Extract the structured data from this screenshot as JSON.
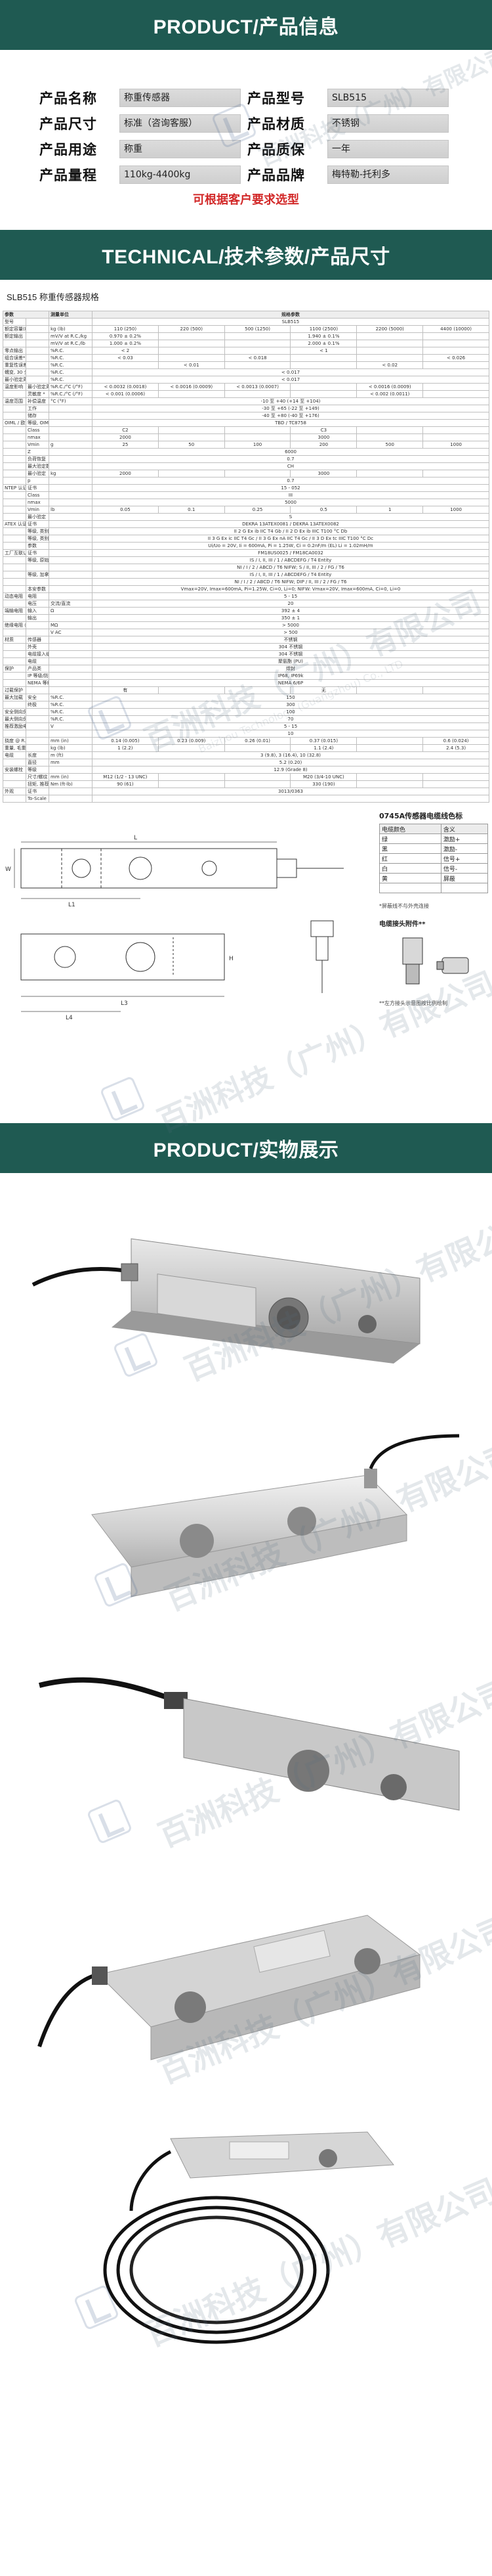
{
  "product_section": {
    "title": "PRODUCT/产品信息",
    "rows": [
      {
        "l1": "产品名称",
        "v1": "称重传感器",
        "l2": "产品型号",
        "v2": "SLB515"
      },
      {
        "l1": "产品尺寸",
        "v1": "标准（咨询客服）",
        "l2": "产品材质",
        "v2": "不锈钢"
      },
      {
        "l1": "产品用途",
        "v1": "称重",
        "l2": "产品质保",
        "v2": "一年"
      },
      {
        "l1": "产品量程",
        "v1": "110kg-4400kg",
        "l2": "产品品牌",
        "v2": "梅特勒-托利多"
      }
    ],
    "note": "可根据客户要求选型"
  },
  "technical_section": {
    "title": "TECHNICAL/技术参数/产品尺寸",
    "spec_title": "SLB515 称重传感器规格",
    "table_header": [
      "参数",
      "测量单位",
      "规格参数"
    ],
    "rows": [
      {
        "g": "型号",
        "i": "",
        "u": "",
        "v": [
          "SLB515"
        ]
      },
      {
        "g": "额定容量(R.C.)",
        "i": "",
        "u": "kg (lb)",
        "v": [
          "110 (250)",
          "220 (500)",
          "500 (1250)",
          "1100 (2500)",
          "2200 (5000)",
          "4400 (10000)"
        ]
      },
      {
        "g": "额定输出",
        "i": "",
        "u": "mV/V at R.C./kg",
        "v": [
          "0.970 ± 0.2%",
          "",
          "",
          "1.940 ± 0.1%",
          "",
          ""
        ]
      },
      {
        "g": "",
        "i": "",
        "u": "mV/V at R.C./lb",
        "v": [
          "1.000 ± 0.2%",
          "",
          "",
          "2.000 ± 0.1%",
          "",
          ""
        ]
      },
      {
        "g": "零点输出",
        "i": "",
        "u": "%R.C.",
        "v": [
          "< 2",
          "",
          "",
          "< 1",
          "",
          ""
        ]
      },
      {
        "g": "组合误差*",
        "i": "",
        "u": "%R.C.",
        "v": [
          "< 0.03",
          "",
          "< 0.018",
          "",
          "",
          "< 0.026"
        ]
      },
      {
        "g": "重复性误差",
        "i": "",
        "u": "%R.C.",
        "v": [
          "",
          "< 0.01",
          "",
          "",
          "< 0.02",
          ""
        ]
      },
      {
        "g": "蠕变, 30 分钟",
        "i": "",
        "u": "%R.C.",
        "v": [
          "< 0.017"
        ]
      },
      {
        "g": "最小验定周期的时间",
        "i": "",
        "u": "%R.C.",
        "v": [
          "< 0.017"
        ]
      },
      {
        "g": "温度影响",
        "i": "最小验定周期内",
        "u": "%R.C./°C (/°F)",
        "v": [
          "< 0.0032 (0.0018)",
          "< 0.0016 (0.0009)",
          "< 0.0013 (0.0007)",
          "",
          "< 0.0016 (0.0009)",
          ""
        ]
      },
      {
        "g": "",
        "i": "灵敏度 *",
        "u": "%R.C./°C (/°F)",
        "v": [
          "< 0.001 (0.0006)",
          "",
          "",
          "",
          "< 0.002 (0.0011)",
          ""
        ]
      },
      {
        "g": "温度范围",
        "i": "补偿温度",
        "u": "°C (°F)",
        "v": [
          "-10 至 +40 (+14 至 +104)"
        ]
      },
      {
        "g": "",
        "i": "工作",
        "u": "",
        "v": [
          "-30 至 +65 (-22 至 +149)"
        ]
      },
      {
        "g": "",
        "i": "储存",
        "u": "",
        "v": [
          "-40 至 +80 (-40 至 +176)"
        ]
      },
      {
        "g": "OIML / 欧洲认证*",
        "i": "等级, OIML 认证 / 证书",
        "u": "",
        "v": [
          "TBD / TC8758"
        ]
      },
      {
        "g": "",
        "i": "Class",
        "u": "",
        "v": [
          "C2",
          "",
          "",
          "C3",
          "",
          ""
        ]
      },
      {
        "g": "",
        "i": "nmax",
        "u": "",
        "v": [
          "2000",
          "",
          "",
          "3000",
          "",
          ""
        ]
      },
      {
        "g": "",
        "i": "Vmin",
        "u": "g",
        "v": [
          "25",
          "50",
          "100",
          "200",
          "500",
          "1000"
        ]
      },
      {
        "g": "",
        "i": "Z",
        "u": "",
        "v": [
          "6000"
        ]
      },
      {
        "g": "",
        "i": "负荷恢复",
        "u": "",
        "v": [
          "0.7"
        ]
      },
      {
        "g": "",
        "i": "最大验定数量",
        "u": "",
        "v": [
          "CH"
        ]
      },
      {
        "g": "",
        "i": "最小验定",
        "u": "kg",
        "v": [
          "2000",
          "",
          "",
          "3000",
          "",
          ""
        ]
      },
      {
        "g": "",
        "i": "p",
        "u": "",
        "v": [
          "0.7"
        ]
      },
      {
        "g": "NTEP 认证*",
        "i": "证书",
        "u": "",
        "v": [
          "15 - 052"
        ]
      },
      {
        "g": "",
        "i": "Class",
        "u": "",
        "v": [
          "III"
        ]
      },
      {
        "g": "",
        "i": "nmax",
        "u": "",
        "v": [
          "5000"
        ]
      },
      {
        "g": "",
        "i": "Vmin",
        "u": "lb",
        "v": [
          "0.05",
          "0.1",
          "0.25",
          "0.5",
          "1",
          "1000"
        ]
      },
      {
        "g": "",
        "i": "最小验定",
        "u": "",
        "v": [
          "S"
        ]
      },
      {
        "g": "ATEX 认证*",
        "i": "证书",
        "u": "",
        "v": [
          "DEKRA 13ATEX0081 / DEKRA 13ATEX0082"
        ]
      },
      {
        "g": "",
        "i": "等级, 类别 1 (II 1 G)",
        "u": "",
        "v": [
          "II 2 G Ex ib IIC T4 Gb / II 2 D Ex ib IIIC T100 °C Db"
        ]
      },
      {
        "g": "",
        "i": "等级, 类别 2",
        "u": "",
        "v": [
          "II 3 G Ex ic IIC T4 Gc / II 3 G Ex nA IIC T4 Gc / II 3 D Ex tc IIIC T100 °C Dc"
        ]
      },
      {
        "g": "",
        "i": "参数",
        "u": "",
        "v": [
          "Ui/Uo = 20V, Ii = 600mA, Pi = 1.25W, Ci = 0.2nF/m (EL) Li = 1.02mH/m"
        ]
      },
      {
        "g": "工厂互联认证",
        "i": "证书",
        "u": "",
        "v": [
          "FM18US0025 / FM18CA0032"
        ]
      },
      {
        "g": "",
        "i": "等级, 原始",
        "u": "",
        "v": [
          "IS / I, II, III / 1 / ABCDEFG / T4 Entity"
        ]
      },
      {
        "g": "",
        "i": "",
        "u": "",
        "v": [
          "NI / I / 2 / ABCD / T6 NIFW; S / II, III / 2 / FG / T6"
        ]
      },
      {
        "g": "",
        "i": "等级, 加拿大",
        "u": "",
        "v": [
          "IS / I, II, III / 1 / ABCDEFG / T4 Entity"
        ]
      },
      {
        "g": "",
        "i": "",
        "u": "",
        "v": [
          "NI / I / 2 / ABCD / T6 NIFW; DIP / II, III / 2 / FG / T6"
        ]
      },
      {
        "g": "",
        "i": "本安参数",
        "u": "",
        "v": [
          "Vmax=20V, Imax=600mA, Pi=1.25W, Ci=0, Li=0; NIFW: Vmax=20V, Imax=600mA, Ci=0, Li=0"
        ]
      },
      {
        "g": "动态电阻",
        "i": "电阻",
        "u": "",
        "v": [
          "5 - 15"
        ]
      },
      {
        "g": "",
        "i": "电压",
        "u": "交流/直流",
        "v": [
          "20"
        ]
      },
      {
        "g": "端输电阻",
        "i": "输入",
        "u": "Ω",
        "v": [
          "392 ± 4"
        ]
      },
      {
        "g": "",
        "i": "输出",
        "u": "",
        "v": [
          "350 ± 1"
        ]
      },
      {
        "g": "绝缘电阻 @50VDC",
        "i": "",
        "u": "MΩ",
        "v": [
          "> 5000"
        ]
      },
      {
        "g": "",
        "i": "",
        "u": "V AC",
        "v": [
          "> 500"
        ]
      },
      {
        "g": "材质",
        "i": "传感器",
        "u": "",
        "v": [
          "不锈钢"
        ]
      },
      {
        "g": "",
        "i": "外壳",
        "u": "",
        "v": [
          "304 不锈钢"
        ]
      },
      {
        "g": "",
        "i": "电缆接入组件",
        "u": "",
        "v": [
          "304 不锈钢"
        ]
      },
      {
        "g": "",
        "i": "电缆",
        "u": "",
        "v": [
          "聚氨酯 (PU)"
        ]
      },
      {
        "g": "保护",
        "i": "产品类",
        "u": "",
        "v": [
          "焊封"
        ]
      },
      {
        "g": "",
        "i": "IP 等级/防护等级",
        "u": "",
        "v": [
          "IP68, IP69k"
        ]
      },
      {
        "g": "",
        "i": "NEMA 等级",
        "u": "",
        "v": [
          "NEMA 6/6P"
        ]
      },
      {
        "g": "过载保护",
        "i": "",
        "u": "",
        "v": [
          "有",
          "",
          "",
          "无",
          "",
          ""
        ]
      },
      {
        "g": "最大加载",
        "i": "安全",
        "u": "%R.C.",
        "v": [
          "150"
        ]
      },
      {
        "g": "",
        "i": "终极",
        "u": "%R.C.",
        "v": [
          "300"
        ]
      },
      {
        "g": "安全侧向负荷",
        "i": "",
        "u": "%R.C.",
        "v": [
          "100"
        ]
      },
      {
        "g": "最大侧向负荷",
        "i": "",
        "u": "%R.C.",
        "v": [
          "70"
        ]
      },
      {
        "g": "推荐激励电压",
        "i": "",
        "u": "V",
        "v": [
          "5 - 15"
        ]
      },
      {
        "g": "",
        "i": "",
        "u": "",
        "v": [
          "10"
        ]
      },
      {
        "g": "挠度 @ R.C., 典型",
        "i": "",
        "u": "mm (in)",
        "v": [
          "0.14 (0.005)",
          "0.23 (0.009)",
          "0.26 (0.01)",
          "0.37 (0.015)",
          "",
          "0.6 (0.024)"
        ]
      },
      {
        "g": "重量, 毛重",
        "i": "",
        "u": "kg (lb)",
        "v": [
          "1 (2.2)",
          "",
          "",
          "1.1 (2.4)",
          "",
          "2.4 (5.3)"
        ]
      },
      {
        "g": "电缆",
        "i": "长度",
        "u": "m (ft)",
        "v": [
          "3 (9.8), 3 (16.4), 10 (32.8)"
        ]
      },
      {
        "g": "",
        "i": "直径",
        "u": "mm",
        "v": [
          "5.2 (0.20)"
        ]
      },
      {
        "g": "安装螺栓",
        "i": "等级",
        "u": "",
        "v": [
          "12.9 (Grade 8)"
        ]
      },
      {
        "g": "",
        "i": "尺寸/螺纹",
        "u": "mm (in)",
        "v": [
          "M12 (1/2 - 13 UNC)",
          "",
          "",
          "M20 (3/4-10 UNC)",
          "",
          ""
        ]
      },
      {
        "g": "",
        "i": "扭矩, 推荐",
        "u": "Nm (ft-lb)",
        "v": [
          "90 (61)",
          "",
          "",
          "330 (190)",
          "",
          ""
        ]
      },
      {
        "g": "外观",
        "i": "证书",
        "u": "",
        "v": [
          "3013/0363"
        ]
      },
      {
        "g": "",
        "i": "To-Scale",
        "u": "",
        "v": [
          ""
        ]
      }
    ]
  },
  "wiring": {
    "title": "0745A传感器电缆线色标",
    "head": [
      "电缆颜色",
      "含义"
    ],
    "rows": [
      [
        "绿",
        "激励+"
      ],
      [
        "黑",
        "激励-"
      ],
      [
        "红",
        "信号+"
      ],
      [
        "白",
        "信号-"
      ],
      [
        "黄",
        "屏蔽"
      ],
      [
        "",
        ""
      ]
    ],
    "note": "*屏蔽线不与外壳连接",
    "sub_title": "电缆接头附件**",
    "foot": "**左方接头示意图按比例绘制"
  },
  "photo_section": {
    "title": "PRODUCT/实物展示"
  },
  "watermark": {
    "brand": "百洲科技（广州）有限公司",
    "english": "Baizhou Technology (Guangzhou) Co., LTD"
  },
  "colors": {
    "header_bg": "#1f5a52",
    "note_red": "#d22828"
  }
}
